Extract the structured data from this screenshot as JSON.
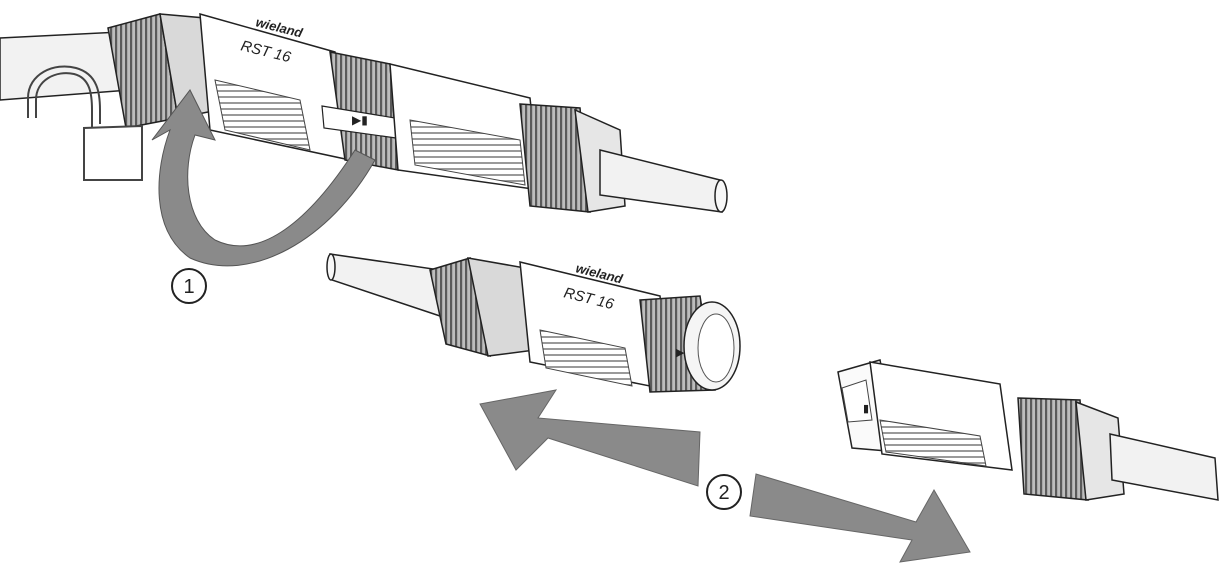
{
  "top_connector": {
    "brand": "wieland",
    "model": "RST 16"
  },
  "middle_connector": {
    "brand": "wieland",
    "model": "RST 16"
  },
  "steps": [
    {
      "label": "1"
    },
    {
      "label": "2"
    }
  ],
  "colors": {
    "line": "#222222",
    "arrow_fill": "#8a8a8a",
    "ring_fill": "#7a7a7a",
    "body_fill": "#ffffff",
    "cable_fill": "#f2f2f2"
  },
  "icons": [
    "open-padlock-icon",
    "rotate-arrow-icon",
    "left-arrow-icon",
    "right-arrow-icon"
  ]
}
